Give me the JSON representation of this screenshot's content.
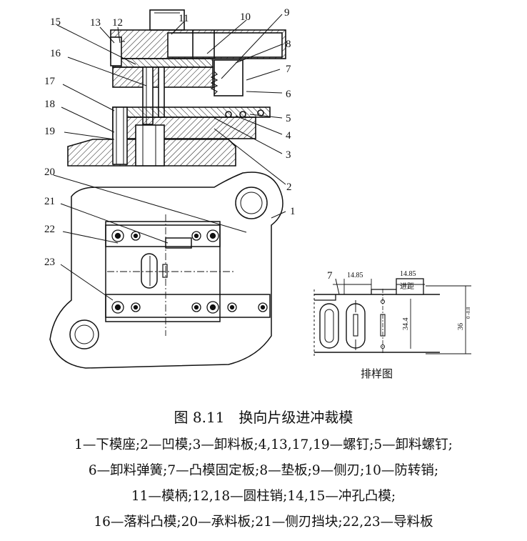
{
  "figure": {
    "title": "图 8.11　换向片级进冲裁模",
    "legend_lines": [
      "1—下模座;2—凹模;3—卸料板;4,13,17,19—螺钉;5—卸料螺钉;",
      "6—卸料弹簧;7—凸模固定板;8—垫板;9—侧刃;10—防转销;",
      "11—模柄;12,18—圆柱销;14,15—冲孔凸模;",
      "16—落料凸模;20—承料板;21—侧刃挡块;22,23—导料板"
    ]
  },
  "callouts": [
    "1",
    "2",
    "3",
    "4",
    "5",
    "6",
    "7",
    "8",
    "9",
    "10",
    "11",
    "12",
    "13",
    "15",
    "16",
    "17",
    "18",
    "19",
    "20",
    "21",
    "22",
    "23"
  ],
  "strip_layout": {
    "caption": "排样图",
    "dim_width": "7",
    "dim_pitch_1": "14.85",
    "dim_pitch_2": "14.85",
    "dim_height": "34.4",
    "dim_strip_width": "36",
    "dim_tolerance": "0\n-0.8",
    "stop_label": "进距"
  }
}
